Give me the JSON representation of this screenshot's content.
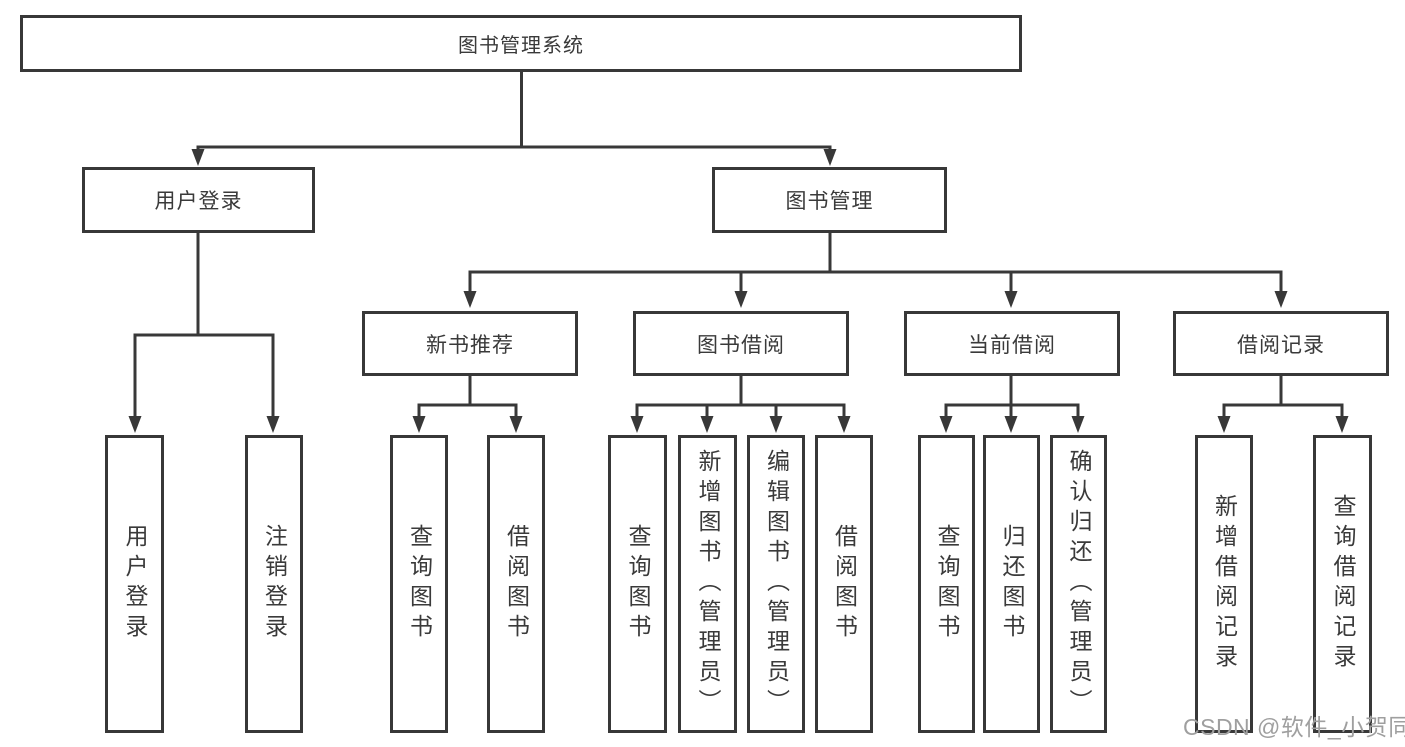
{
  "tree": {
    "root": "图书管理系统",
    "branches": [
      {
        "label": "用户登录",
        "leaves": [
          "用户登录",
          "注销登录"
        ]
      },
      {
        "label": "图书管理",
        "sections": [
          {
            "label": "新书推荐",
            "leaves": [
              "查询图书",
              "借阅图书"
            ]
          },
          {
            "label": "图书借阅",
            "leaves": [
              "查询图书",
              "新增图书（管理员）",
              "编辑图书（管理员）",
              "借阅图书"
            ]
          },
          {
            "label": "当前借阅",
            "leaves": [
              "查询图书",
              "归还图书",
              "确认归还（管理员）"
            ]
          },
          {
            "label": "借阅记录",
            "leaves": [
              "新增借阅记录",
              "查询借阅记录"
            ]
          }
        ]
      }
    ]
  },
  "watermark": {
    "text": "CSDN @软件_小贺同学"
  },
  "colors": {
    "line": "#383838",
    "text": "#3a3a3a",
    "watermark": "#9f9f9f",
    "background": "#ffffff"
  }
}
